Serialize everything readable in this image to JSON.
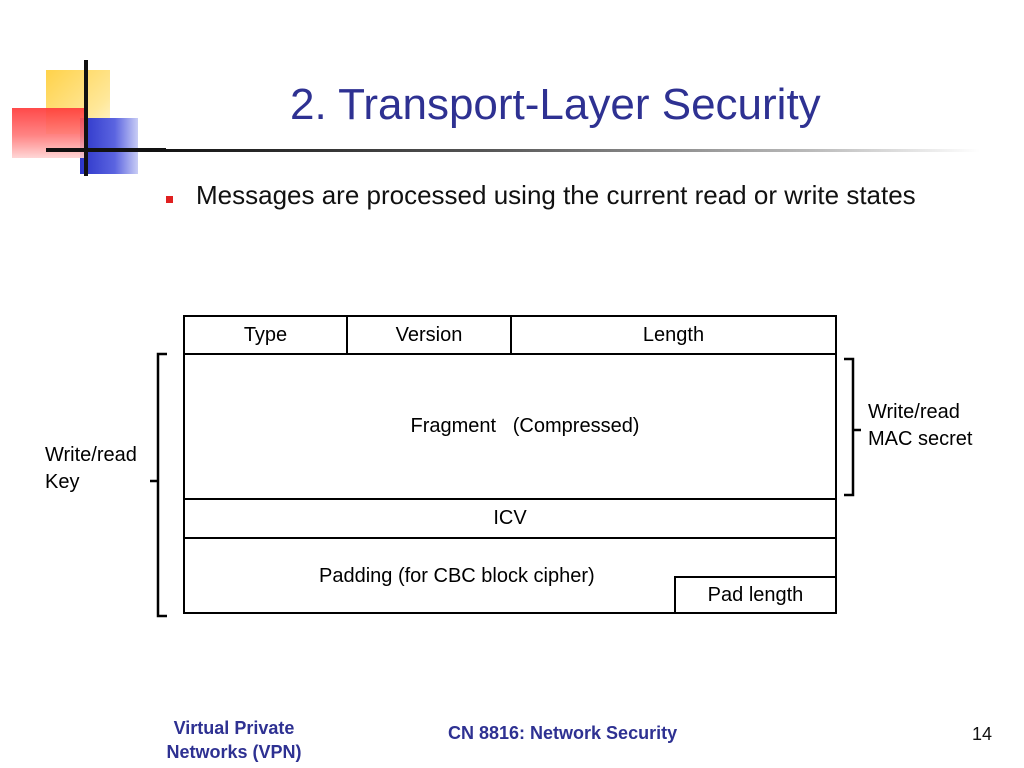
{
  "slide": {
    "title": "2. Transport-Layer Security",
    "bullets": [
      "Messages are processed using the current read or write states"
    ]
  },
  "diagram": {
    "header": {
      "type": "Type",
      "version": "Version",
      "length": "Length"
    },
    "fragment": "Fragment   (Compressed)",
    "icv": "ICV",
    "padding": "Padding (for CBC block cipher)",
    "pad_length": "Pad length",
    "left_brace_label": [
      "Write/read",
      "Key"
    ],
    "right_brace_label": [
      "Write/read",
      "MAC secret"
    ]
  },
  "footer": {
    "left": [
      "Virtual Private",
      "Networks (VPN)"
    ],
    "center": "CN 8816: Network Security",
    "page_number": "14"
  }
}
